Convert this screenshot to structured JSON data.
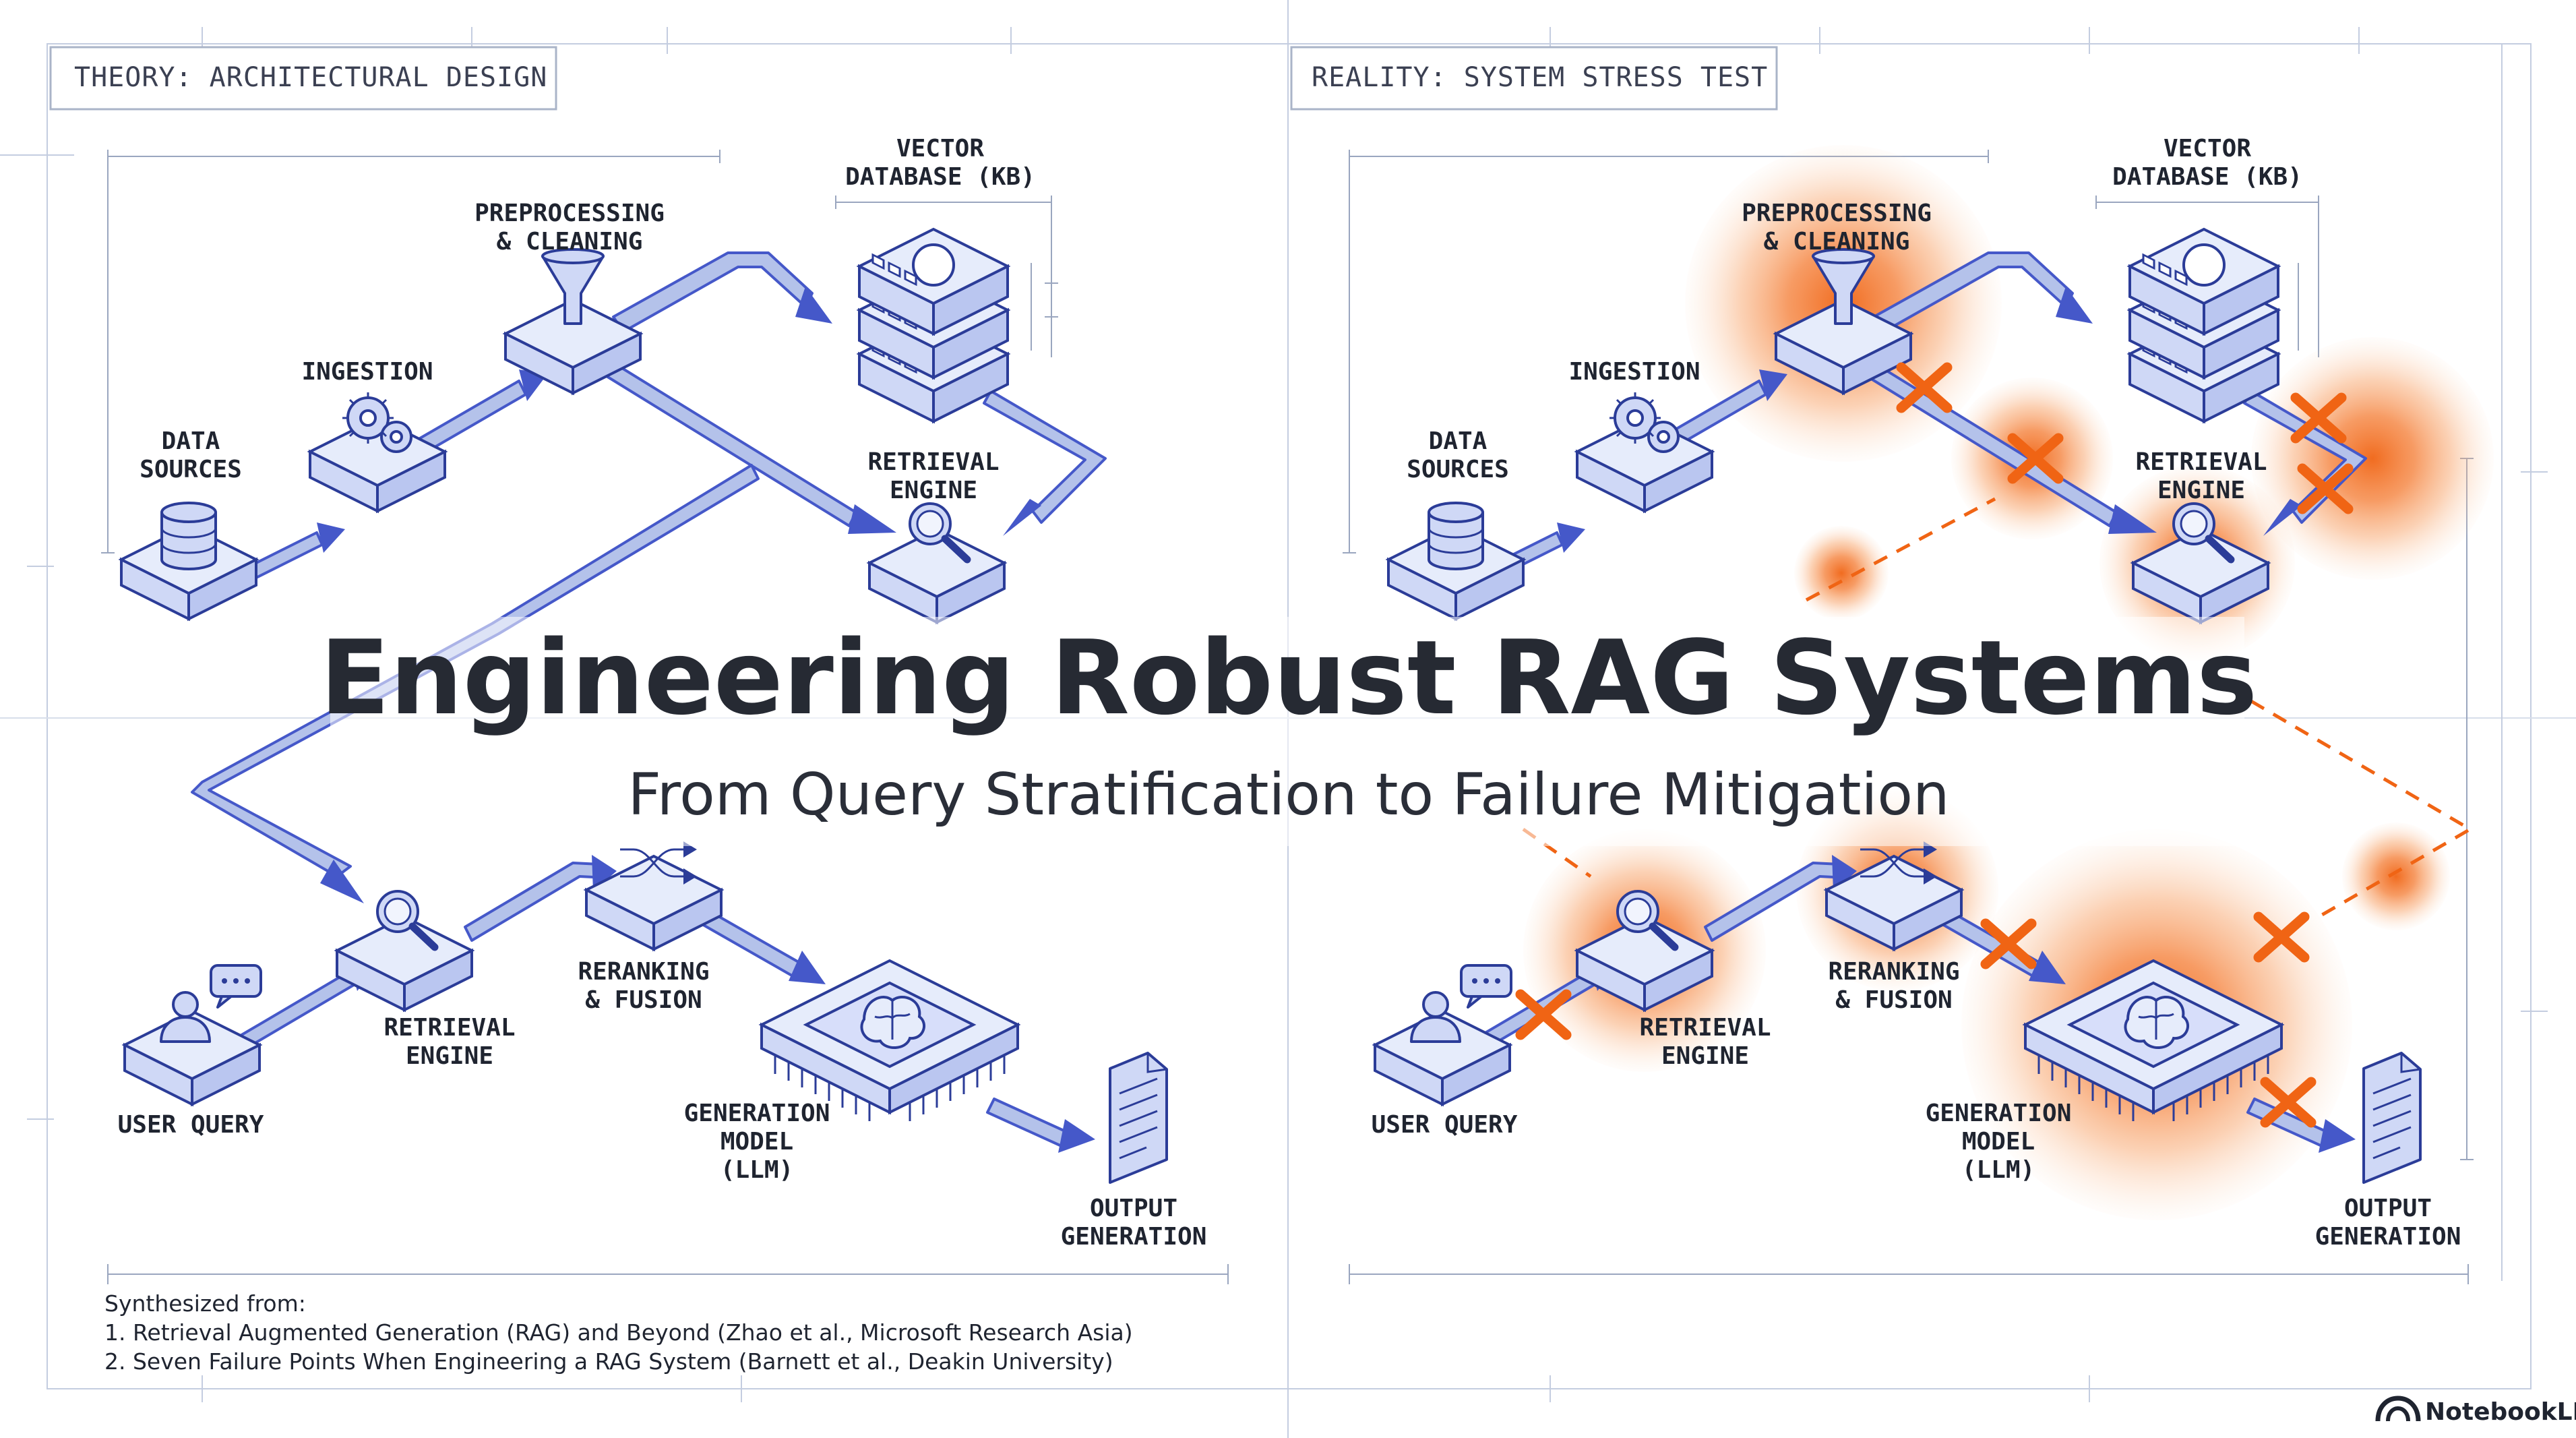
{
  "title": "Engineering Robust RAG Systems",
  "subtitle": "From Query Stratification to Failure Mitigation",
  "panels": {
    "theory": {
      "title": "THEORY: ARCHITECTURAL DESIGN"
    },
    "reality": {
      "title": "REALITY: SYSTEM STRESS TEST"
    }
  },
  "labels": {
    "data_sources": [
      "DATA",
      "SOURCES"
    ],
    "ingestion": [
      "INGESTION"
    ],
    "preprocessing": [
      "PREPROCESSING",
      "& CLEANING"
    ],
    "vector_db": [
      "VECTOR",
      "DATABASE (KB)"
    ],
    "retrieval": [
      "RETRIEVAL",
      "ENGINE"
    ],
    "user_query": [
      "USER QUERY"
    ],
    "reranking": [
      "RERANKING",
      "& FUSION"
    ],
    "generation": [
      "GENERATION",
      "MODEL",
      "(LLM)"
    ],
    "output": [
      "OUTPUT",
      "GENERATION"
    ]
  },
  "footer": {
    "heading": "Synthesized from:",
    "refs": [
      "1. Retrieval Augmented Generation (RAG) and Beyond (Zhao et al., Microsoft Research Asia)",
      "2. Seven Failure Points When Engineering a RAG System (Barnett et al., Deakin University)"
    ]
  },
  "brand": {
    "name": "NotebookLM",
    "icon": "notebooklm-logo-icon"
  },
  "colors": {
    "accent": "#4558c9",
    "failure": "#f47a30",
    "ink": "#2b3c98",
    "title": "#262a33"
  }
}
